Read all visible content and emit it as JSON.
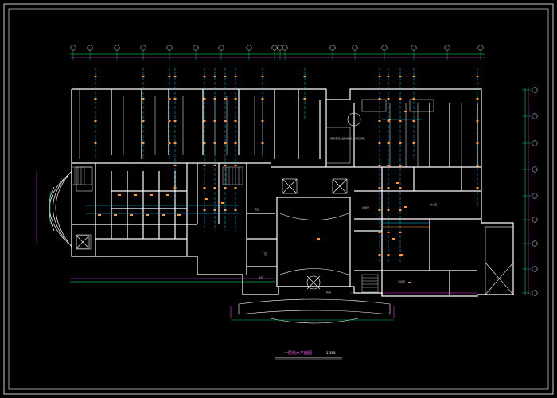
{
  "drawing": {
    "title": "一层给水平面图",
    "scale": "1:150",
    "note": "钢筋混凝土结构框架，\n详见说明。",
    "room_labels": [
      "台球室",
      "办公室",
      "门厅",
      "大厅",
      "活动室",
      "机房",
      "值班"
    ]
  },
  "colors": {
    "background": "#000000",
    "walls": "#ffffff",
    "axis": "#00ff66",
    "dimension": "#ff33ff",
    "pipe_cold": "#00ccff",
    "pipe_fixture": "#ff9933",
    "frame": "#ffffff"
  },
  "icons": {
    "axis-bubble": "circle",
    "fixture": "small-square",
    "stair": "hatched-rect",
    "elevator": "crossed-rect"
  }
}
